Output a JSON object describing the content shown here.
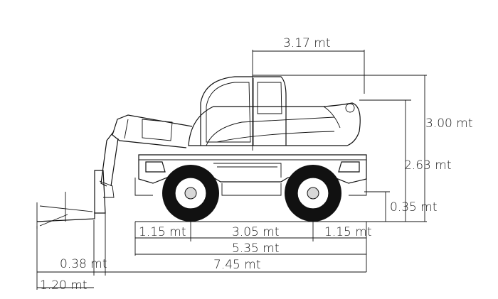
{
  "dimensions": {
    "cab_offset": "3.17 mt",
    "overall_height": "3.00 mt",
    "height_to_boom": "2.63 mt",
    "ground_clearance": "0.35 mt",
    "front_overhang": "1.15 mt",
    "wheelbase": "3.05 mt",
    "rear_overhang": "1.15 mt",
    "length_without_forks": "5.35 mt",
    "fork_offset": "0.38 mt",
    "overall_length": "7.45 mt",
    "fork_length": "1.20 mt"
  }
}
